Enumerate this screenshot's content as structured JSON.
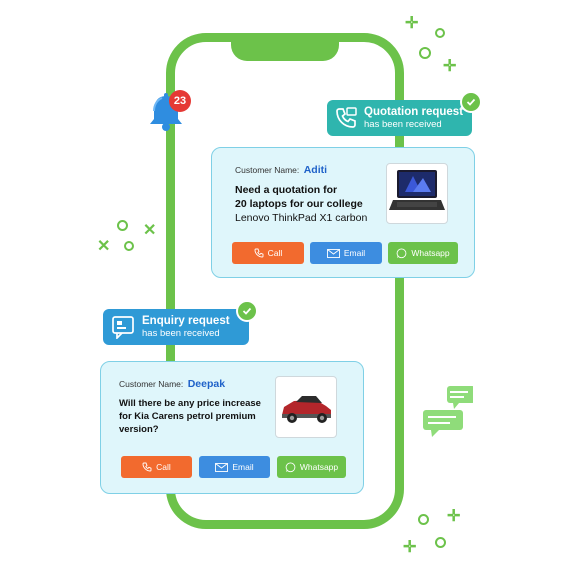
{
  "notification": {
    "count": "23"
  },
  "quotation": {
    "tag_title": "Quotation request",
    "tag_subtitle": "has been received",
    "customer_label": "Customer Name:",
    "customer_name": "Aditi",
    "message_line1": "Need a quotation for",
    "message_line2": "20 laptops for our college",
    "message_line3": "Lenovo ThinkPad X1 carbon"
  },
  "enquiry": {
    "tag_title": "Enquiry request",
    "tag_subtitle": "has been received",
    "customer_label": "Customer Name:",
    "customer_name": "Deepak",
    "message_line1": "Will there be any price increase",
    "message_line2": "for Kia Carens petrol premium",
    "message_line3": "version?"
  },
  "actions": {
    "call": "Call",
    "email": "Email",
    "whatsapp": "Whatsapp"
  },
  "colors": {
    "green": "#6cc24a",
    "blue_tag": "#2f9ad6",
    "teal_tag": "#2fb5ae",
    "call": "#f26a2e",
    "email": "#3d8de0",
    "whatsapp": "#6cc24a",
    "card_bg": "#dff6fb"
  }
}
